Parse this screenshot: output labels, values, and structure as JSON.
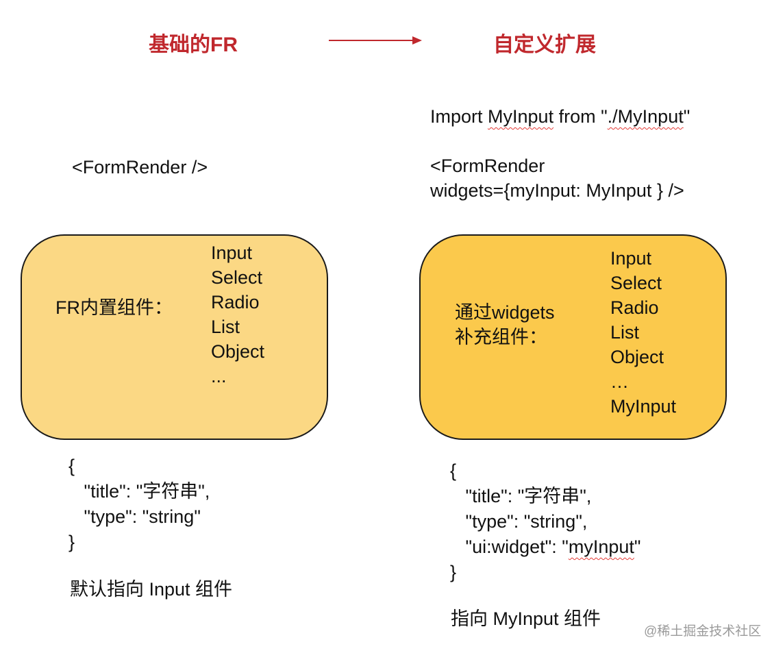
{
  "left": {
    "title": "基础的FR",
    "component_tag": "<FormRender />",
    "box_label": "FR内置组件：",
    "widgets": [
      "Input",
      "Select",
      "Radio",
      "List",
      "Object",
      "..."
    ],
    "code_lines": [
      "{",
      "   \"title\": \"字符串\",",
      "   \"type\": \"string\"",
      "}"
    ],
    "note": "默认指向 Input 组件",
    "box_color": "#fbd884"
  },
  "right": {
    "title": "自定义扩展",
    "import_prefix": "Import ",
    "import_name": "MyInput",
    "import_mid": " from \"",
    "import_path": "./MyInput",
    "import_suffix": "\"",
    "component_line1": "<FormRender",
    "component_line2_prefix": "widgets={myInput: ",
    "component_line2_name": "MyInput",
    "component_line2_suffix": " }   />",
    "box_label_line1": "通过widgets",
    "box_label_line2": "补充组件：",
    "widgets": [
      "Input",
      "Select",
      "Radio",
      "List",
      "Object",
      "…",
      "MyInput"
    ],
    "code_lines": [
      "{",
      "   \"title\": \"字符串\",",
      "   \"type\": \"string\","
    ],
    "code_widget_prefix": "   \"ui:widget\": \"",
    "code_widget_value": "myInput",
    "code_widget_suffix": "\"",
    "code_close": "}",
    "note": "指向 MyInput 组件",
    "box_color": "#fbc94c"
  },
  "arrow_color": "#c0282d",
  "watermark": "@稀土掘金技术社区"
}
